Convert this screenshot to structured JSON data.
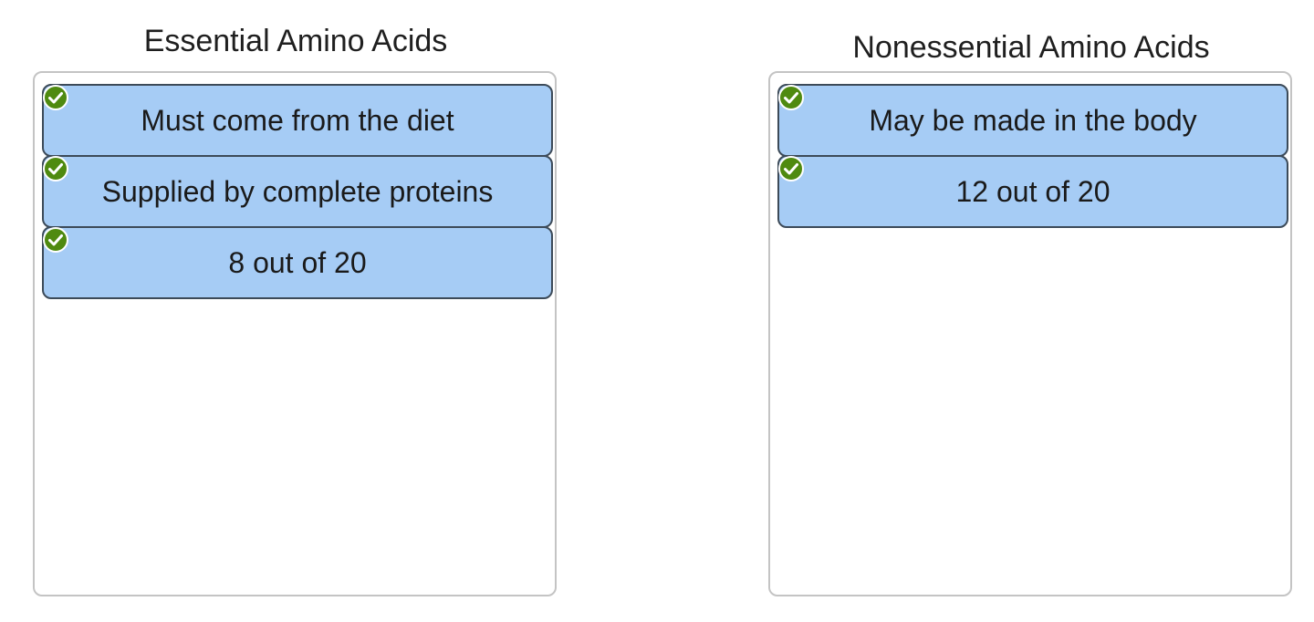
{
  "columns": [
    {
      "title": "Essential Amino Acids",
      "items": [
        {
          "label": "Must come from the diet",
          "status": "correct"
        },
        {
          "label": "Supplied by complete proteins",
          "status": "correct"
        },
        {
          "label": "8 out of 20",
          "status": "correct"
        }
      ]
    },
    {
      "title": "Nonessential Amino Acids",
      "items": [
        {
          "label": "May be made in the body",
          "status": "correct"
        },
        {
          "label": "12 out of 20",
          "status": "correct"
        }
      ]
    }
  ],
  "colors": {
    "item_fill": "#a6ccf5",
    "item_border": "#3c4a58",
    "check_fill": "#4f8a10",
    "zone_border": "#c4c4c4"
  },
  "icons": {
    "correct": "check-circle-icon"
  }
}
